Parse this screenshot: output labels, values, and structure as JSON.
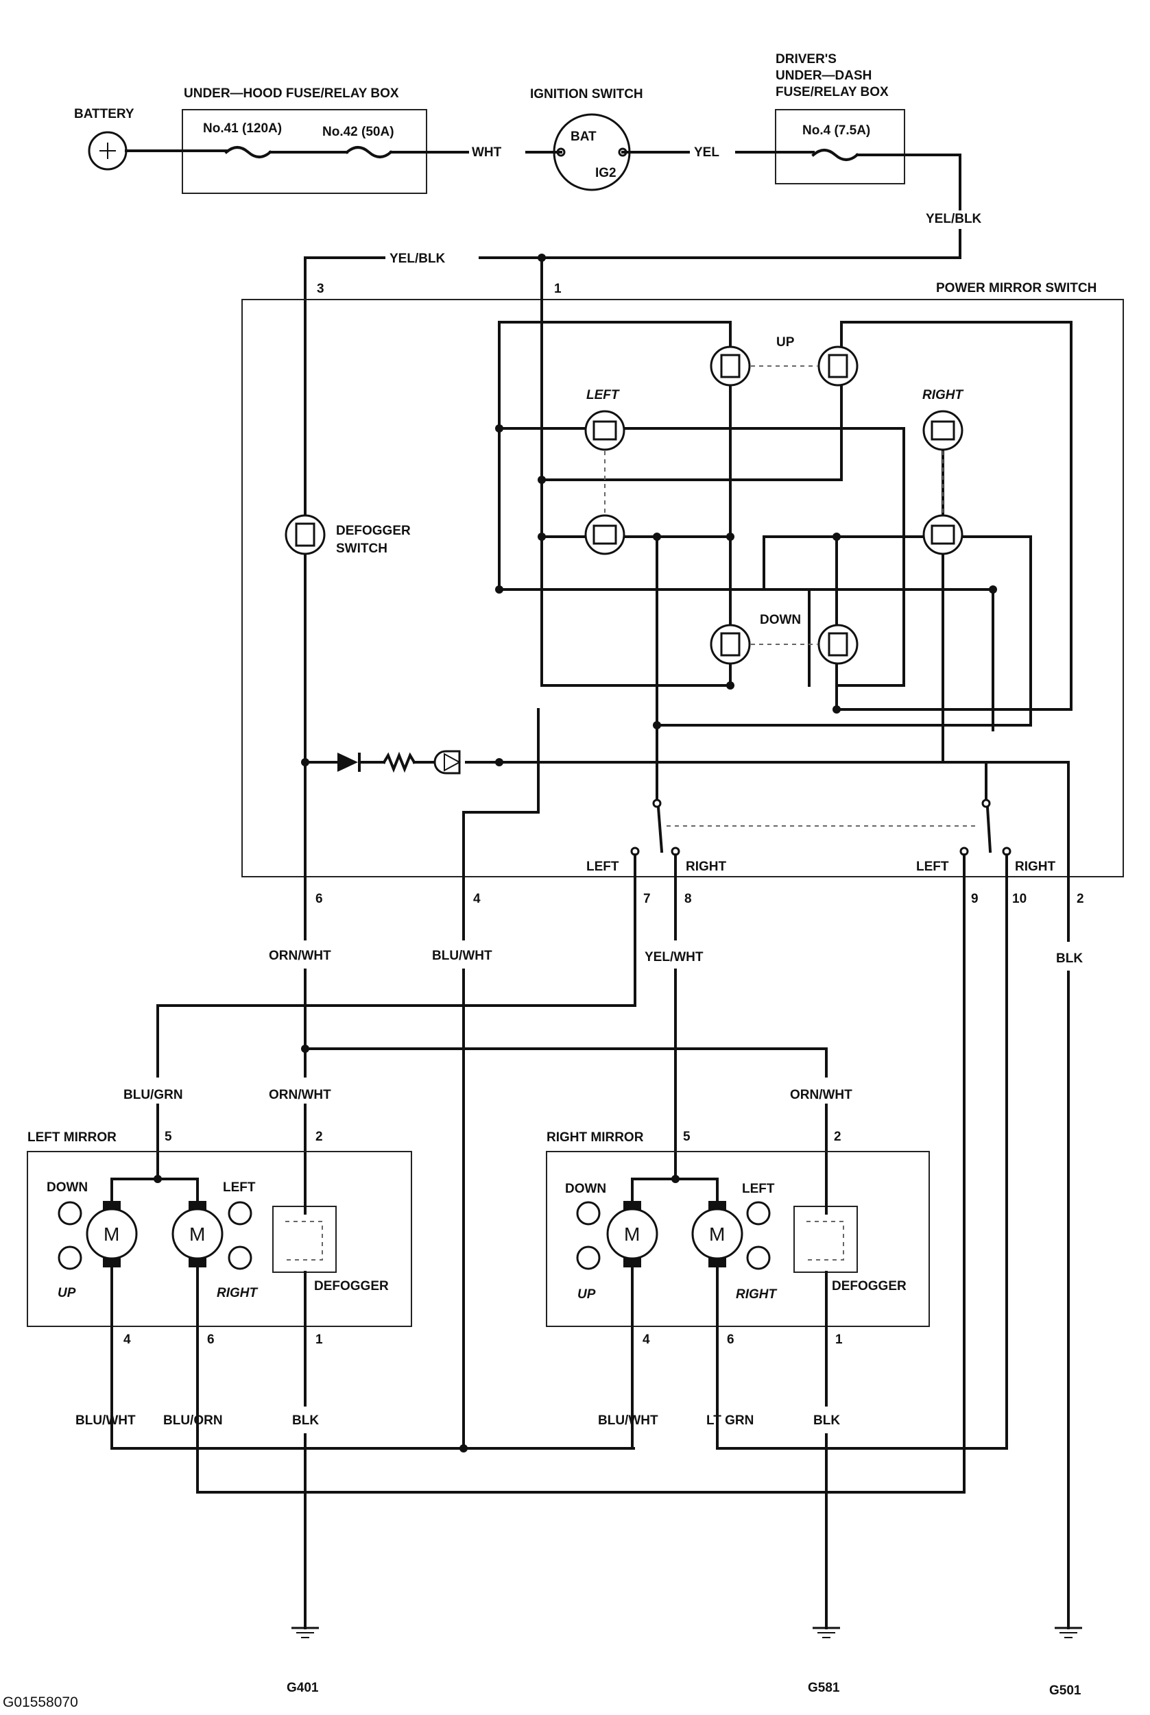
{
  "battery": {
    "label": "BATTERY"
  },
  "underhood_box": {
    "label": "UNDER—HOOD FUSE/RELAY BOX",
    "fuse1": "No.41 (120A)",
    "fuse2": "No.42 (50A)"
  },
  "ignition": {
    "label": "IGNITION SWITCH",
    "bat": "BAT",
    "ig2": "IG2"
  },
  "underdash_box": {
    "line1": "DRIVER'S",
    "line2": "UNDER—DASH",
    "line3": "FUSE/RELAY BOX",
    "fuse": "No.4 (7.5A)"
  },
  "wires": {
    "wht": "WHT",
    "yel": "YEL",
    "yel_blk_a": "YEL/BLK",
    "yel_blk_b": "YEL/BLK",
    "orn_wht_a": "ORN/WHT",
    "orn_wht_b": "ORN/WHT",
    "orn_wht_c": "ORN/WHT",
    "blu_wht_a": "BLU/WHT",
    "blu_wht_b": "BLU/WHT",
    "blu_wht_c": "BLU/WHT",
    "yel_wht": "YEL/WHT",
    "blk_a": "BLK",
    "blk_b": "BLK",
    "blk_c": "BLK",
    "blu_grn": "BLU/GRN",
    "blu_orn": "BLU/ORN",
    "lt_grn": "LT GRN"
  },
  "power_mirror_switch": {
    "label": "POWER MIRROR SWITCH",
    "up": "UP",
    "down": "DOWN",
    "left": "LEFT",
    "right": "RIGHT",
    "defogger_line1": "DEFOGGER",
    "defogger_line2": "SWITCH",
    "sel_left_a": "LEFT",
    "sel_right_a": "RIGHT",
    "sel_left_b": "LEFT",
    "sel_right_b": "RIGHT",
    "pins": {
      "p1": "1",
      "p2": "2",
      "p3": "3",
      "p4": "4",
      "p6": "6",
      "p7": "7",
      "p8": "8",
      "p9": "9",
      "p10": "10"
    }
  },
  "left_mirror": {
    "label": "LEFT MIRROR",
    "down": "DOWN",
    "up": "UP",
    "left": "LEFT",
    "right": "RIGHT",
    "defogger": "DEFOGGER",
    "motor": "M",
    "pins": {
      "p5": "5",
      "p2": "2",
      "p4": "4",
      "p6": "6",
      "p1": "1"
    }
  },
  "right_mirror": {
    "label": "RIGHT MIRROR",
    "down": "DOWN",
    "up": "UP",
    "left": "LEFT",
    "right": "RIGHT",
    "defogger": "DEFOGGER",
    "motor": "M",
    "pins": {
      "p5": "5",
      "p2": "2",
      "p4": "4",
      "p6": "6",
      "p1": "1"
    }
  },
  "grounds": {
    "g401": "G401",
    "g581": "G581",
    "g501": "G501"
  },
  "figure_id": "G01558070"
}
